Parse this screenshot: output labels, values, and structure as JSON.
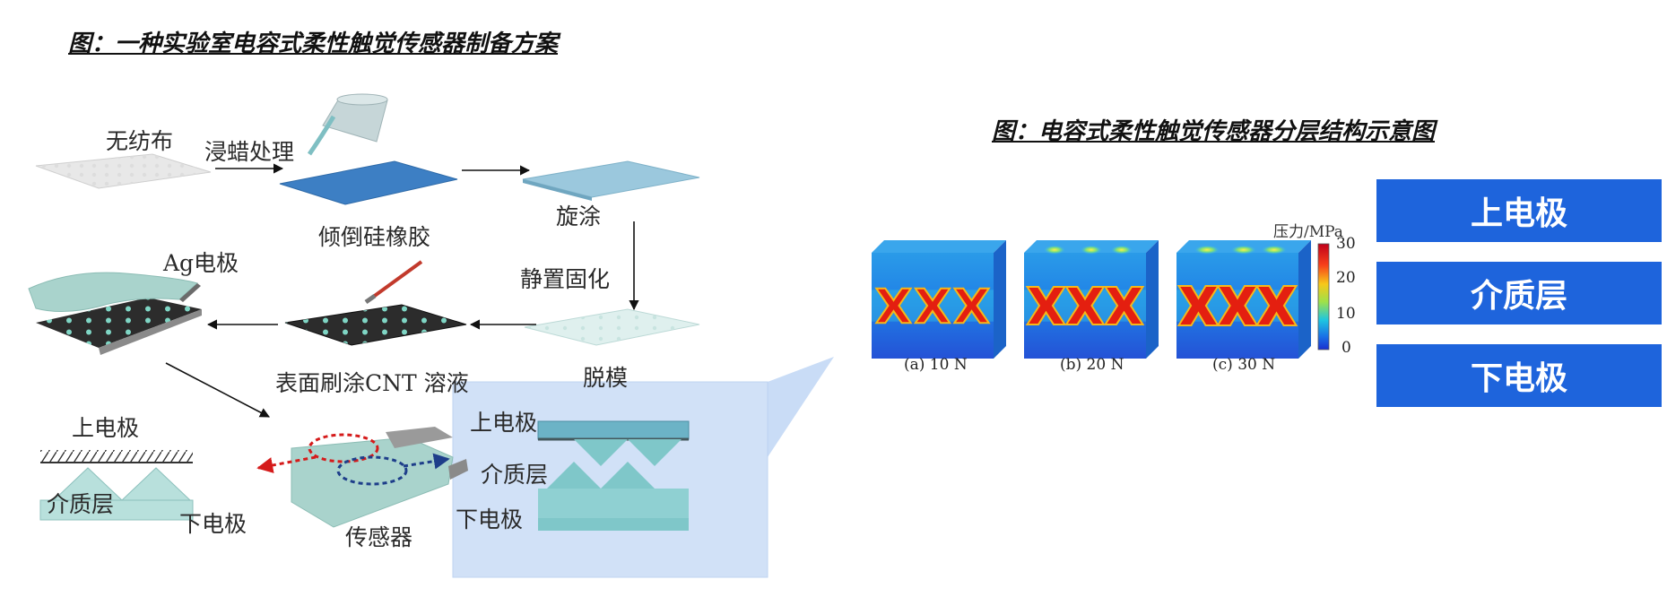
{
  "titles": {
    "left": "图：一种实验室电容式柔性触觉传感器制备方案",
    "right": "图：电容式柔性触觉传感器分层结构示意图"
  },
  "fabrication": {
    "nonwoven": "无纺布",
    "wax_treatment": "浸蜡处理",
    "pour_silicone": "倾倒硅橡胶",
    "spin_coat": "旋涂",
    "cure": "静置固化",
    "demold": "脱模",
    "brush_cnt": "表面刷涂CNT 溶液",
    "ag_electrode": "Ag电极",
    "sensor": "传感器"
  },
  "side_schematic": {
    "top_electrode": "上电极",
    "dielectric": "介质层",
    "bottom_electrode": "下电极"
  },
  "zoom_schematic": {
    "top_electrode": "上电极",
    "dielectric": "介质层",
    "bottom_electrode": "下电极"
  },
  "simulation": {
    "captions": [
      "(a) 10 N",
      "(b) 20 N",
      "(c) 30 N"
    ],
    "legend_title": "压力/MPa",
    "legend_ticks": [
      "30",
      "20",
      "10",
      "0"
    ]
  },
  "layer_boxes": [
    "上电极",
    "介质层",
    "下电极"
  ],
  "colors": {
    "box_blue": "#1e64dc",
    "callout_fill": "#c9dcf6",
    "pad_blue": "#3d7fc4",
    "mint": "#9fcfc9",
    "stress_red": "#e41f10"
  }
}
